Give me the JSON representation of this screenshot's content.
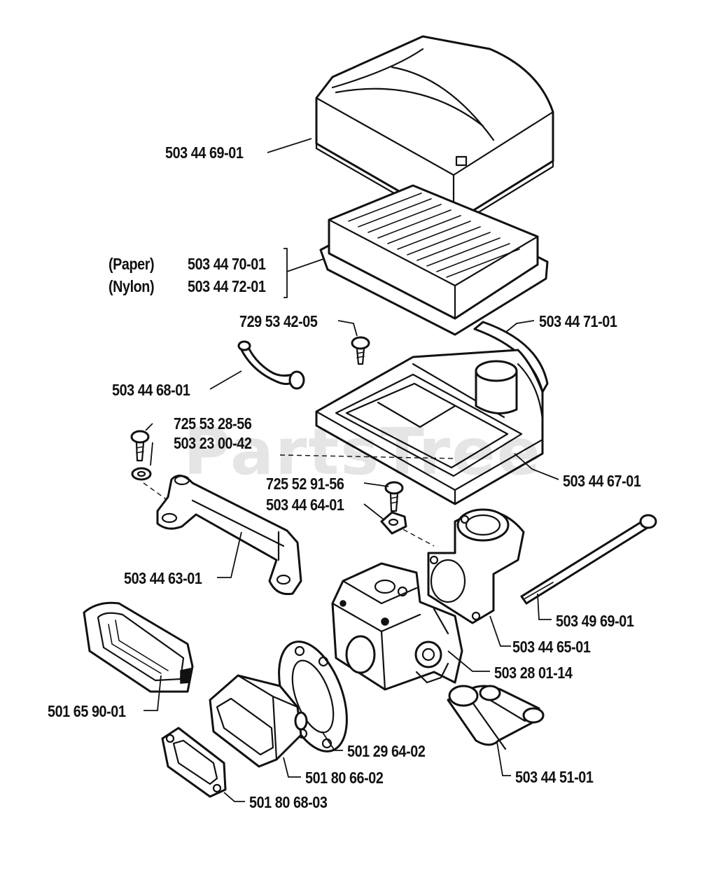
{
  "watermark": "PartsTree",
  "parts": [
    {
      "number": "503 44 69-01",
      "qualifier": ""
    },
    {
      "number": "503 44 70-01",
      "qualifier": "(Paper)"
    },
    {
      "number": "503 44 72-01",
      "qualifier": "(Nylon)"
    },
    {
      "number": "729 53 42-05",
      "qualifier": ""
    },
    {
      "number": "503 44 71-01",
      "qualifier": ""
    },
    {
      "number": "503 44 68-01",
      "qualifier": ""
    },
    {
      "number": "725 53 28-56",
      "qualifier": ""
    },
    {
      "number": "503 23 00-42",
      "qualifier": ""
    },
    {
      "number": "725 52 91-56",
      "qualifier": ""
    },
    {
      "number": "503 44 64-01",
      "qualifier": ""
    },
    {
      "number": "503 44 67-01",
      "qualifier": ""
    },
    {
      "number": "503 44 63-01",
      "qualifier": ""
    },
    {
      "number": "503 49 69-01",
      "qualifier": ""
    },
    {
      "number": "503 44 65-01",
      "qualifier": ""
    },
    {
      "number": "503 28 01-14",
      "qualifier": ""
    },
    {
      "number": "501 65 90-01",
      "qualifier": ""
    },
    {
      "number": "501 29 64-02",
      "qualifier": ""
    },
    {
      "number": "503 44 51-01",
      "qualifier": ""
    },
    {
      "number": "501 80 66-02",
      "qualifier": ""
    },
    {
      "number": "501 80 68-03",
      "qualifier": ""
    }
  ]
}
